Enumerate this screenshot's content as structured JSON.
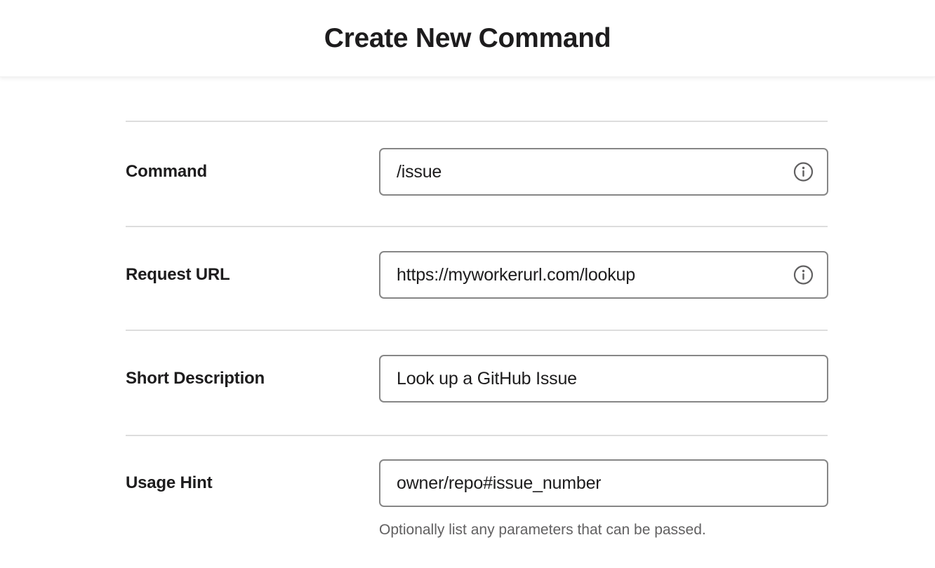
{
  "header": {
    "title": "Create New Command"
  },
  "form": {
    "rows": [
      {
        "label": "Command",
        "value": "/issue",
        "placeholder": "",
        "has_info_icon": true,
        "info_icon": "info-circle-icon",
        "helper": ""
      },
      {
        "label": "Request URL",
        "value": "https://myworkerurl.com/lookup",
        "placeholder": "",
        "has_info_icon": true,
        "info_icon": "info-circle-icon",
        "helper": ""
      },
      {
        "label": "Short Description",
        "value": "Look up a GitHub Issue",
        "placeholder": "",
        "has_info_icon": false,
        "info_icon": "",
        "helper": ""
      },
      {
        "label": "Usage Hint",
        "value": "owner/repo#issue_number",
        "placeholder": "",
        "has_info_icon": false,
        "info_icon": "",
        "helper": "Optionally list any parameters that can be passed."
      }
    ]
  },
  "colors": {
    "background": "#ffffff",
    "title_text": "#1d1c1d",
    "label_text": "#1d1c1d",
    "input_text": "#1d1c1d",
    "input_border": "#868686",
    "divider": "#dddddd",
    "helper_text": "#616061",
    "info_icon": "#616061"
  }
}
